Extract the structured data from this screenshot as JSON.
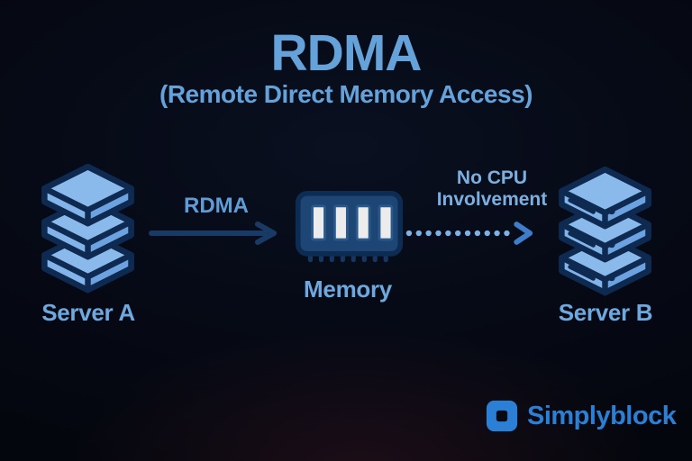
{
  "page": {
    "title": "RDMA",
    "subtitle": "(Remote Direct Memory Access)"
  },
  "diagram": {
    "server_a": {
      "label": "Server A",
      "icon": "server-stack-icon"
    },
    "memory": {
      "label": "Memory",
      "icon": "memory-chip-icon"
    },
    "server_b": {
      "label": "Server B",
      "icon": "server-rack-icon"
    },
    "rdma_arrow": {
      "label": "RDMA",
      "style": "solid",
      "direction": "right"
    },
    "no_cpu_arrow": {
      "label": "No CPU Involvement",
      "style": "dotted",
      "direction": "right"
    }
  },
  "branding": {
    "name": "Simplyblock",
    "icon": "simplyblock-logo-icon"
  },
  "colors": {
    "background": "#04060d",
    "title_text": "#66a2da",
    "label_text": "#6ea8de",
    "icon_fill_top": "#8abaec",
    "icon_fill_left": "#82b3e9",
    "icon_fill_right": "#6ca2e0",
    "icon_outline": "#0e2a50",
    "solid_arrow": "#1a3a66",
    "dotted_arrow_dots": "#7fb2e4",
    "dotted_arrow_head": "#3d7dc9",
    "memory_body": "#1d4674",
    "memory_slot": "#ececec",
    "logo_blue": "#2b80d6"
  }
}
